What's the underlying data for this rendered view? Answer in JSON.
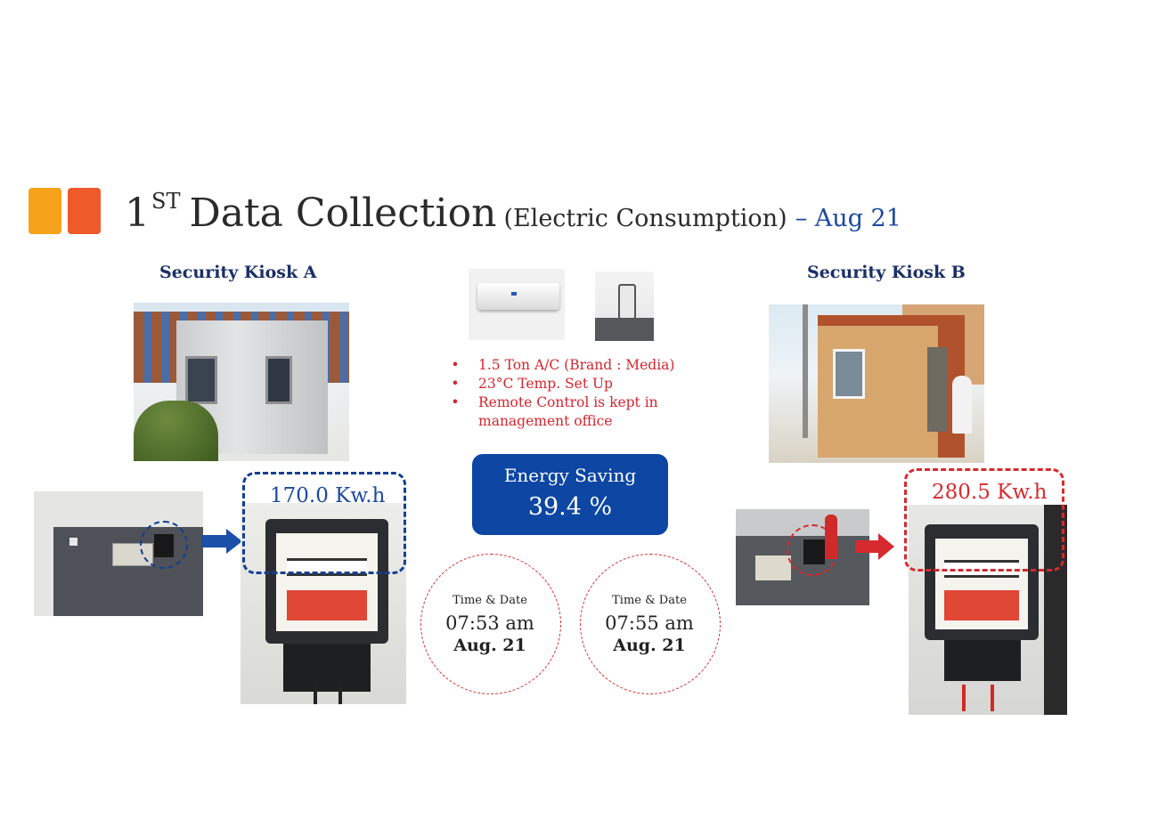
{
  "header": {
    "title_number": "1",
    "title_superscript": "ST",
    "title_main": "Data Collection",
    "title_paren": "(Electric Consumption)",
    "title_date": "– Aug 21",
    "accent_colors": [
      "#f7a21b",
      "#ef5a2a"
    ]
  },
  "kiosk_a": {
    "label": "Security Kiosk A",
    "reading": "170.0 Kw.h",
    "color": "#133f95"
  },
  "kiosk_b": {
    "label": "Security Kiosk B",
    "reading": "280.5 Kw.h",
    "color": "#d62a2f"
  },
  "specs": {
    "bullet": "•",
    "items": [
      "1.5 Ton A/C (Brand : Media)",
      "23°C Temp. Set Up",
      "Remote Control is kept in management office"
    ]
  },
  "energy_saving": {
    "label": "Energy Saving",
    "value": "39.4 %",
    "color": "#0d46a3"
  },
  "time_a": {
    "label": "Time & Date",
    "time": "07:53 am",
    "date": "Aug. 21"
  },
  "time_b": {
    "label": "Time & Date",
    "time": "07:55 am",
    "date": "Aug. 21"
  }
}
